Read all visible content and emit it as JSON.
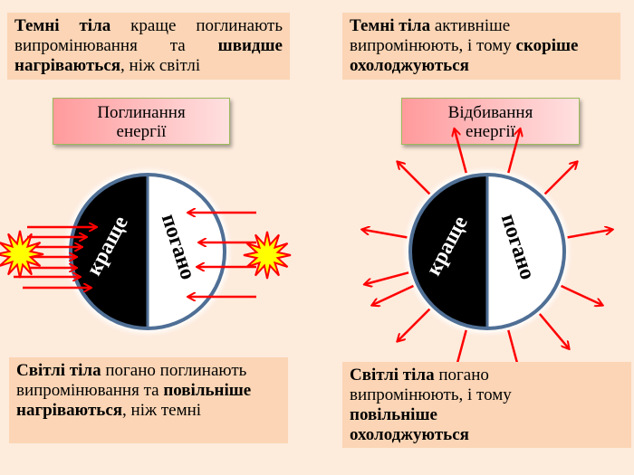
{
  "top_left": {
    "bold1": "Темні тіла",
    "text1": " краще поглинають випромінювання та ",
    "bold2": "швидше нагріваються",
    "text2": ", ніж світлі"
  },
  "top_right": {
    "bold1": "Темні тіла",
    "text1": " активніше випромінюють, і тому ",
    "bold2": "скоріше охолоджуються"
  },
  "label_left": {
    "line1": "Поглинання",
    "line2": "енергії"
  },
  "label_right": {
    "line1": "Відбивання",
    "line2": "енергії"
  },
  "left_globe": {
    "dark_word": "краще",
    "light_word": "погано"
  },
  "right_globe": {
    "dark_word": "краще",
    "light_word": "погано"
  },
  "bottom_left": {
    "bold1": "Світлі тіла",
    "text1": " погано поглинають випромінювання та ",
    "bold2": "повільніше нагріваються",
    "text2": ", ніж темні"
  },
  "bottom_right": {
    "bold1": "Світлі тіла",
    "text1": " погано випромінюють, і тому ",
    "bold2": "повільніше охолоджуються"
  },
  "colors": {
    "arrow": "#ff0000",
    "rim": "#4f6f95",
    "box": "#fbd5b5"
  }
}
